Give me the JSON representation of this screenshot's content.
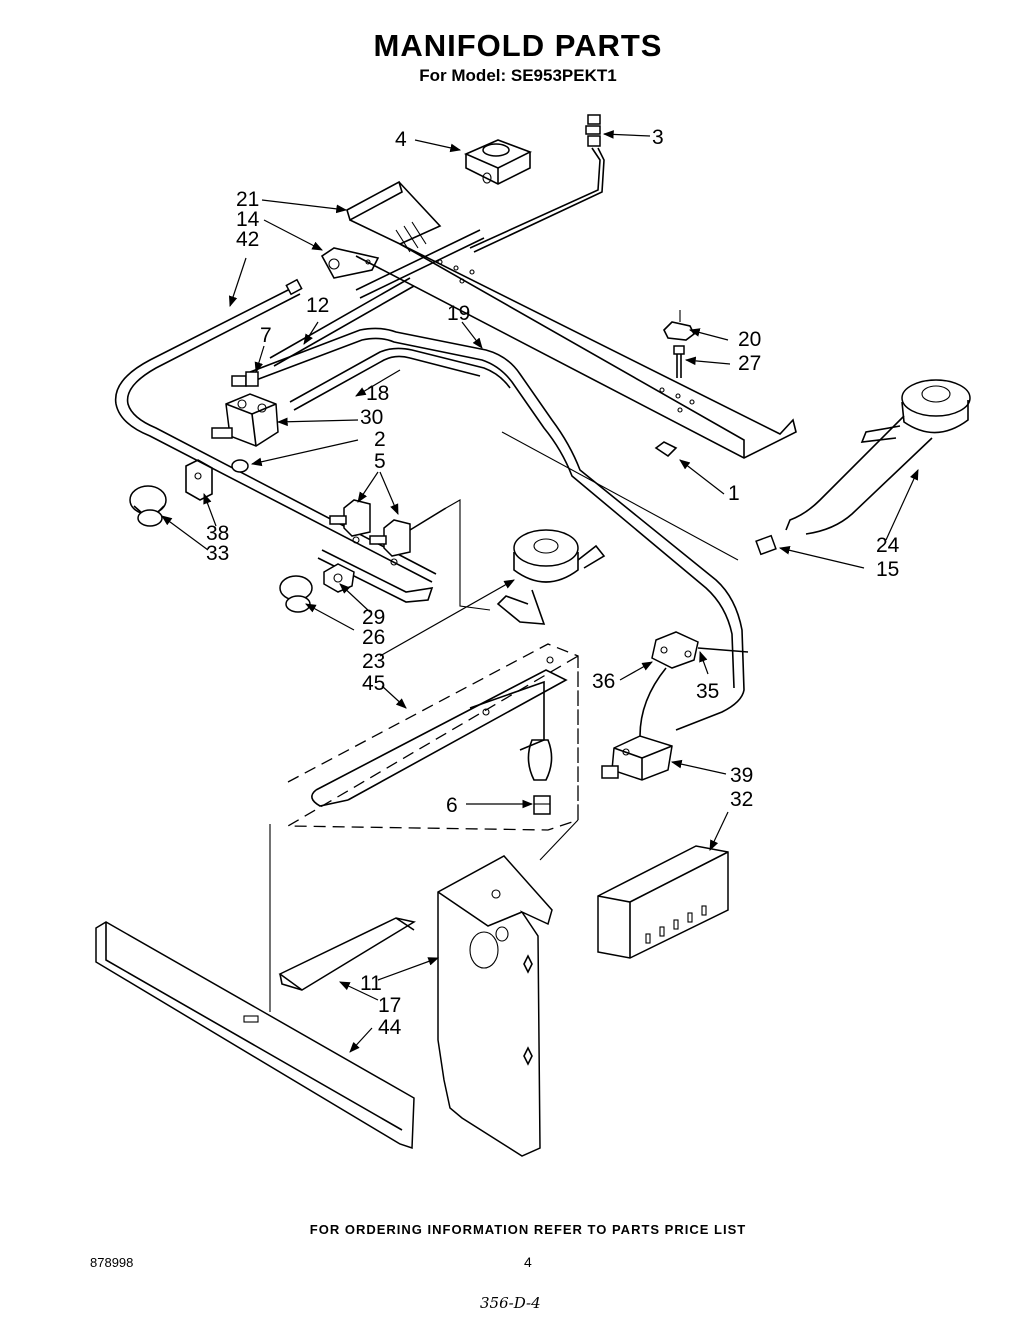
{
  "title": "MANIFOLD PARTS",
  "subtitle": "For Model: SE953PEKT1",
  "footer_note": "FOR ORDERING INFORMATION REFER TO PARTS PRICE LIST",
  "doc_number": "878998",
  "page_number": "4",
  "handwritten_note": "356-D-4",
  "callouts": {
    "c1": "1",
    "c2": "2",
    "c3": "3",
    "c4": "4",
    "c5": "5",
    "c6": "6",
    "c7": "7",
    "c11": "11",
    "c12": "12",
    "c14": "14",
    "c15": "15",
    "c17": "17",
    "c18": "18",
    "c19": "19",
    "c20": "20",
    "c21": "21",
    "c23": "23",
    "c24": "24",
    "c26": "26",
    "c27": "27",
    "c29": "29",
    "c30": "30",
    "c32": "32",
    "c33": "33",
    "c35": "35",
    "c36": "36",
    "c38": "38",
    "c39": "39",
    "c42": "42",
    "c44": "44",
    "c45": "45"
  }
}
